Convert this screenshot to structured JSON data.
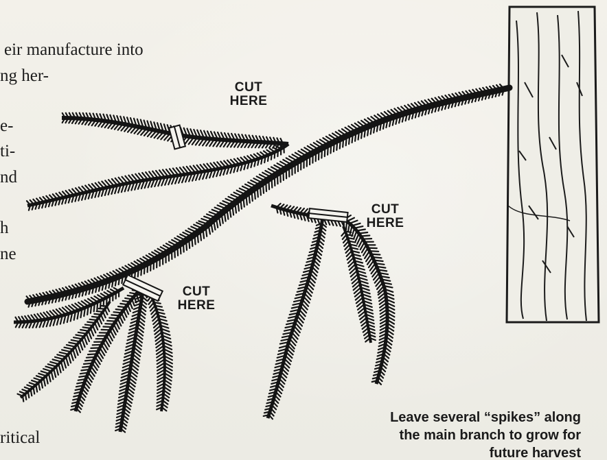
{
  "body_text_fragments": [
    "eir manufacture into",
    "ng her-",
    "e-",
    "ti-",
    "nd",
    "h",
    "ne",
    "ritical"
  ],
  "cut_labels": [
    {
      "line1": "CUT",
      "line2": "HERE"
    },
    {
      "line1": "CUT",
      "line2": "HERE"
    },
    {
      "line1": "CUT",
      "line2": "HERE"
    }
  ],
  "caption": {
    "line1": "Leave several “spikes” along",
    "line2": "the main branch to grow for",
    "line3": "future harvest"
  }
}
